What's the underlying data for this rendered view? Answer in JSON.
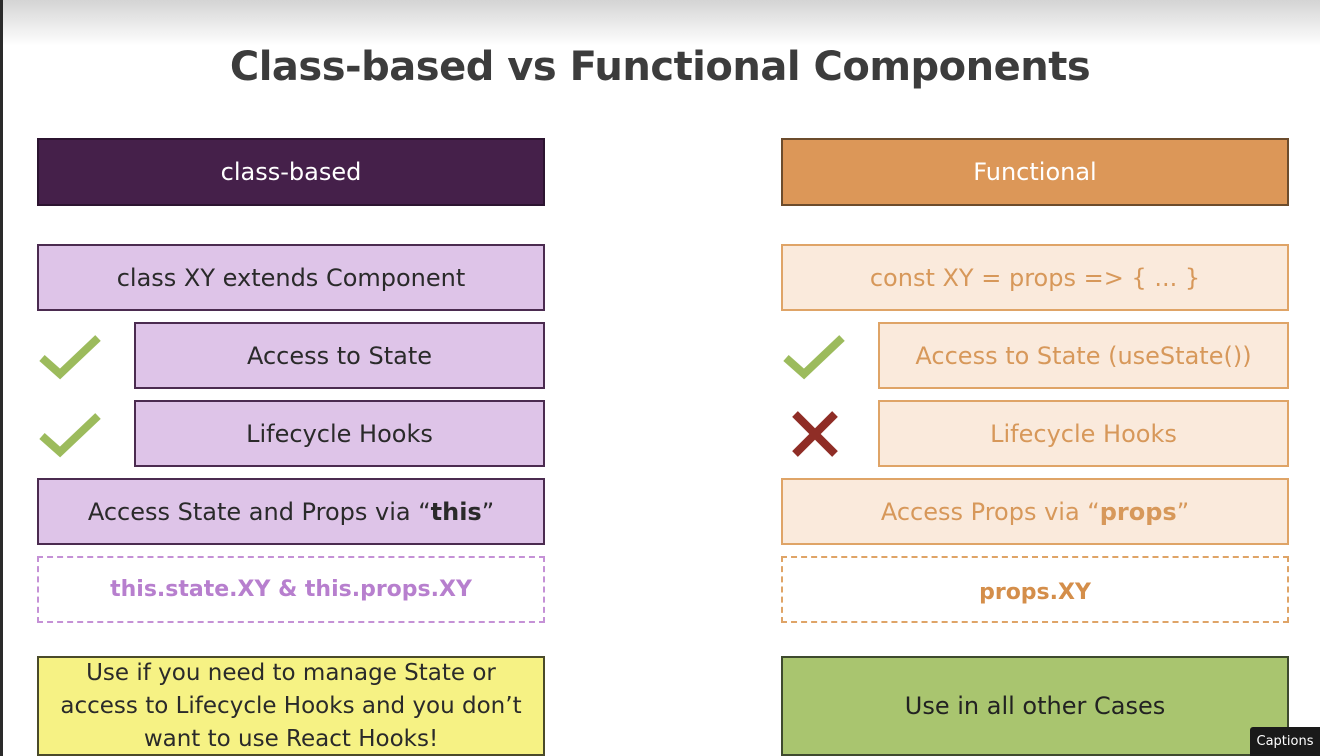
{
  "slide": {
    "title": "Class-based vs Functional Components"
  },
  "class_based": {
    "header": "class-based",
    "definition": "class XY extends Component",
    "state_access": {
      "label": "Access to State",
      "supported": true,
      "mark_icon": "check-icon"
    },
    "lifecycle": {
      "label": "Lifecycle Hooks",
      "supported": true,
      "mark_icon": "check-icon"
    },
    "props_access": {
      "prefix": "Access State and Props via “",
      "keyword": "this",
      "suffix": "”"
    },
    "usage_code": "this.state.XY & this.props.XY",
    "recommendation": {
      "line1": "Use if you need to manage State or",
      "line2": "access to Lifecycle Hooks and you don’t",
      "line3": "want to use React Hooks!"
    }
  },
  "functional": {
    "header": "Functional",
    "definition": "const XY = props => { ... }",
    "state_access": {
      "label": "Access to State (useState())",
      "supported": true,
      "mark_icon": "check-icon"
    },
    "lifecycle": {
      "label": "Lifecycle Hooks",
      "supported": false,
      "mark_icon": "cross-icon"
    },
    "props_access": {
      "prefix": "Access Props via “",
      "keyword": "props",
      "suffix": "”"
    },
    "usage_code": "props.XY",
    "recommendation": "Use in all other Cases"
  },
  "player": {
    "captions_label": "Captions"
  },
  "colors": {
    "class_header": "#45204a",
    "class_item": "#dec4e8",
    "functional_header": "#dc9758",
    "functional_item": "#faeadc",
    "check": "#9cbb5c",
    "cross": "#8f2d26",
    "yellow_note": "#f6f284",
    "green_note": "#a9c56f"
  }
}
